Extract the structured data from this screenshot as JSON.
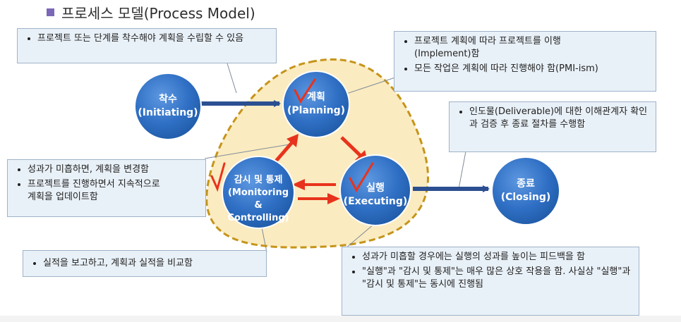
{
  "title": "프로세스 모델(Process Model)",
  "nodes": {
    "initiating": {
      "ko": "착수",
      "en": "(Initiating)"
    },
    "planning": {
      "ko": "계획",
      "en": "(Planning)"
    },
    "monitoring": {
      "ko": "감시 및 통제",
      "en1": "(Monitoring",
      "en2": "& Controlling)"
    },
    "executing": {
      "ko": "실행",
      "en": "(Executing)"
    },
    "closing": {
      "ko": "종료",
      "en": "(Closing)"
    }
  },
  "callouts": {
    "initiating_note": [
      "프로젝트 또는 단계를 착수해야 계획을 수립할 수 있음"
    ],
    "planning_note": [
      "프로젝트 계획에 따라 프로젝트를 이행(Implement)함",
      "모든 작업은 계획에 따라 진행해야 함(PMI-ism)"
    ],
    "closing_note": [
      "인도물(Deliverable)에 대한 이해관계자 확인과 검증 후 종료 절차를 수행함"
    ],
    "monitoring_note": [
      "성과가 미흡하면, 계획을 변경함",
      "프로젝트를 진행하면서 지속적으로 계획을 업데이트함"
    ],
    "report_note": [
      "실적을 보고하고, 계획과 실적을 비교함"
    ],
    "executing_note": [
      "성과가 미흡할 경우에는 실행의 성과를 높이는 피드백을 함",
      "\"실행\"과 \"감시 및 통제\"는 매우 많은 상호 작용을 함. 사실상 \"실행\"과 \"감시 및 통제\"는 동시에 진행됨"
    ]
  },
  "colors": {
    "node": "#2f6fc4",
    "flow_arrow": "#2b4f91",
    "cycle_arrow": "#e8331c",
    "area_fill": "#fbebc0",
    "area_border": "#c59419",
    "callout_bg": "#e9f1f8"
  }
}
